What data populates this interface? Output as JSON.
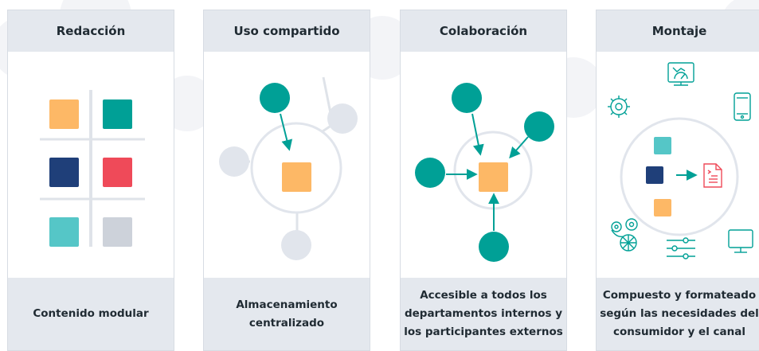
{
  "panels": [
    {
      "title": "Redacción",
      "caption": "Contenido modular"
    },
    {
      "title": "Uso compartido",
      "caption": "Almacenamiento\ncentralizado"
    },
    {
      "title": "Colaboración",
      "caption": "Accesible a todos los\ndepartamentos internos y\nlos participantes externos"
    },
    {
      "title": "Montaje",
      "caption": "Compuesto y formateado\nsegún las necesidades del\nconsumidor y el canal"
    }
  ],
  "icons": {
    "montaje": [
      "dashboard-monitor-icon",
      "gear-icon",
      "mobile-phone-icon",
      "document-icon",
      "gears-icon",
      "sliders-icon",
      "desktop-monitor-icon"
    ]
  },
  "colors": {
    "teal": "#00a096",
    "light_teal": "#55c6c7",
    "orange": "#fdb866",
    "navy": "#1f3f79",
    "red": "#ef4a59",
    "gray_block": "#cdd2da",
    "node_gray": "#e1e5ec",
    "header_bg": "#e4e8ee",
    "icon_red": "#ef4a59"
  }
}
